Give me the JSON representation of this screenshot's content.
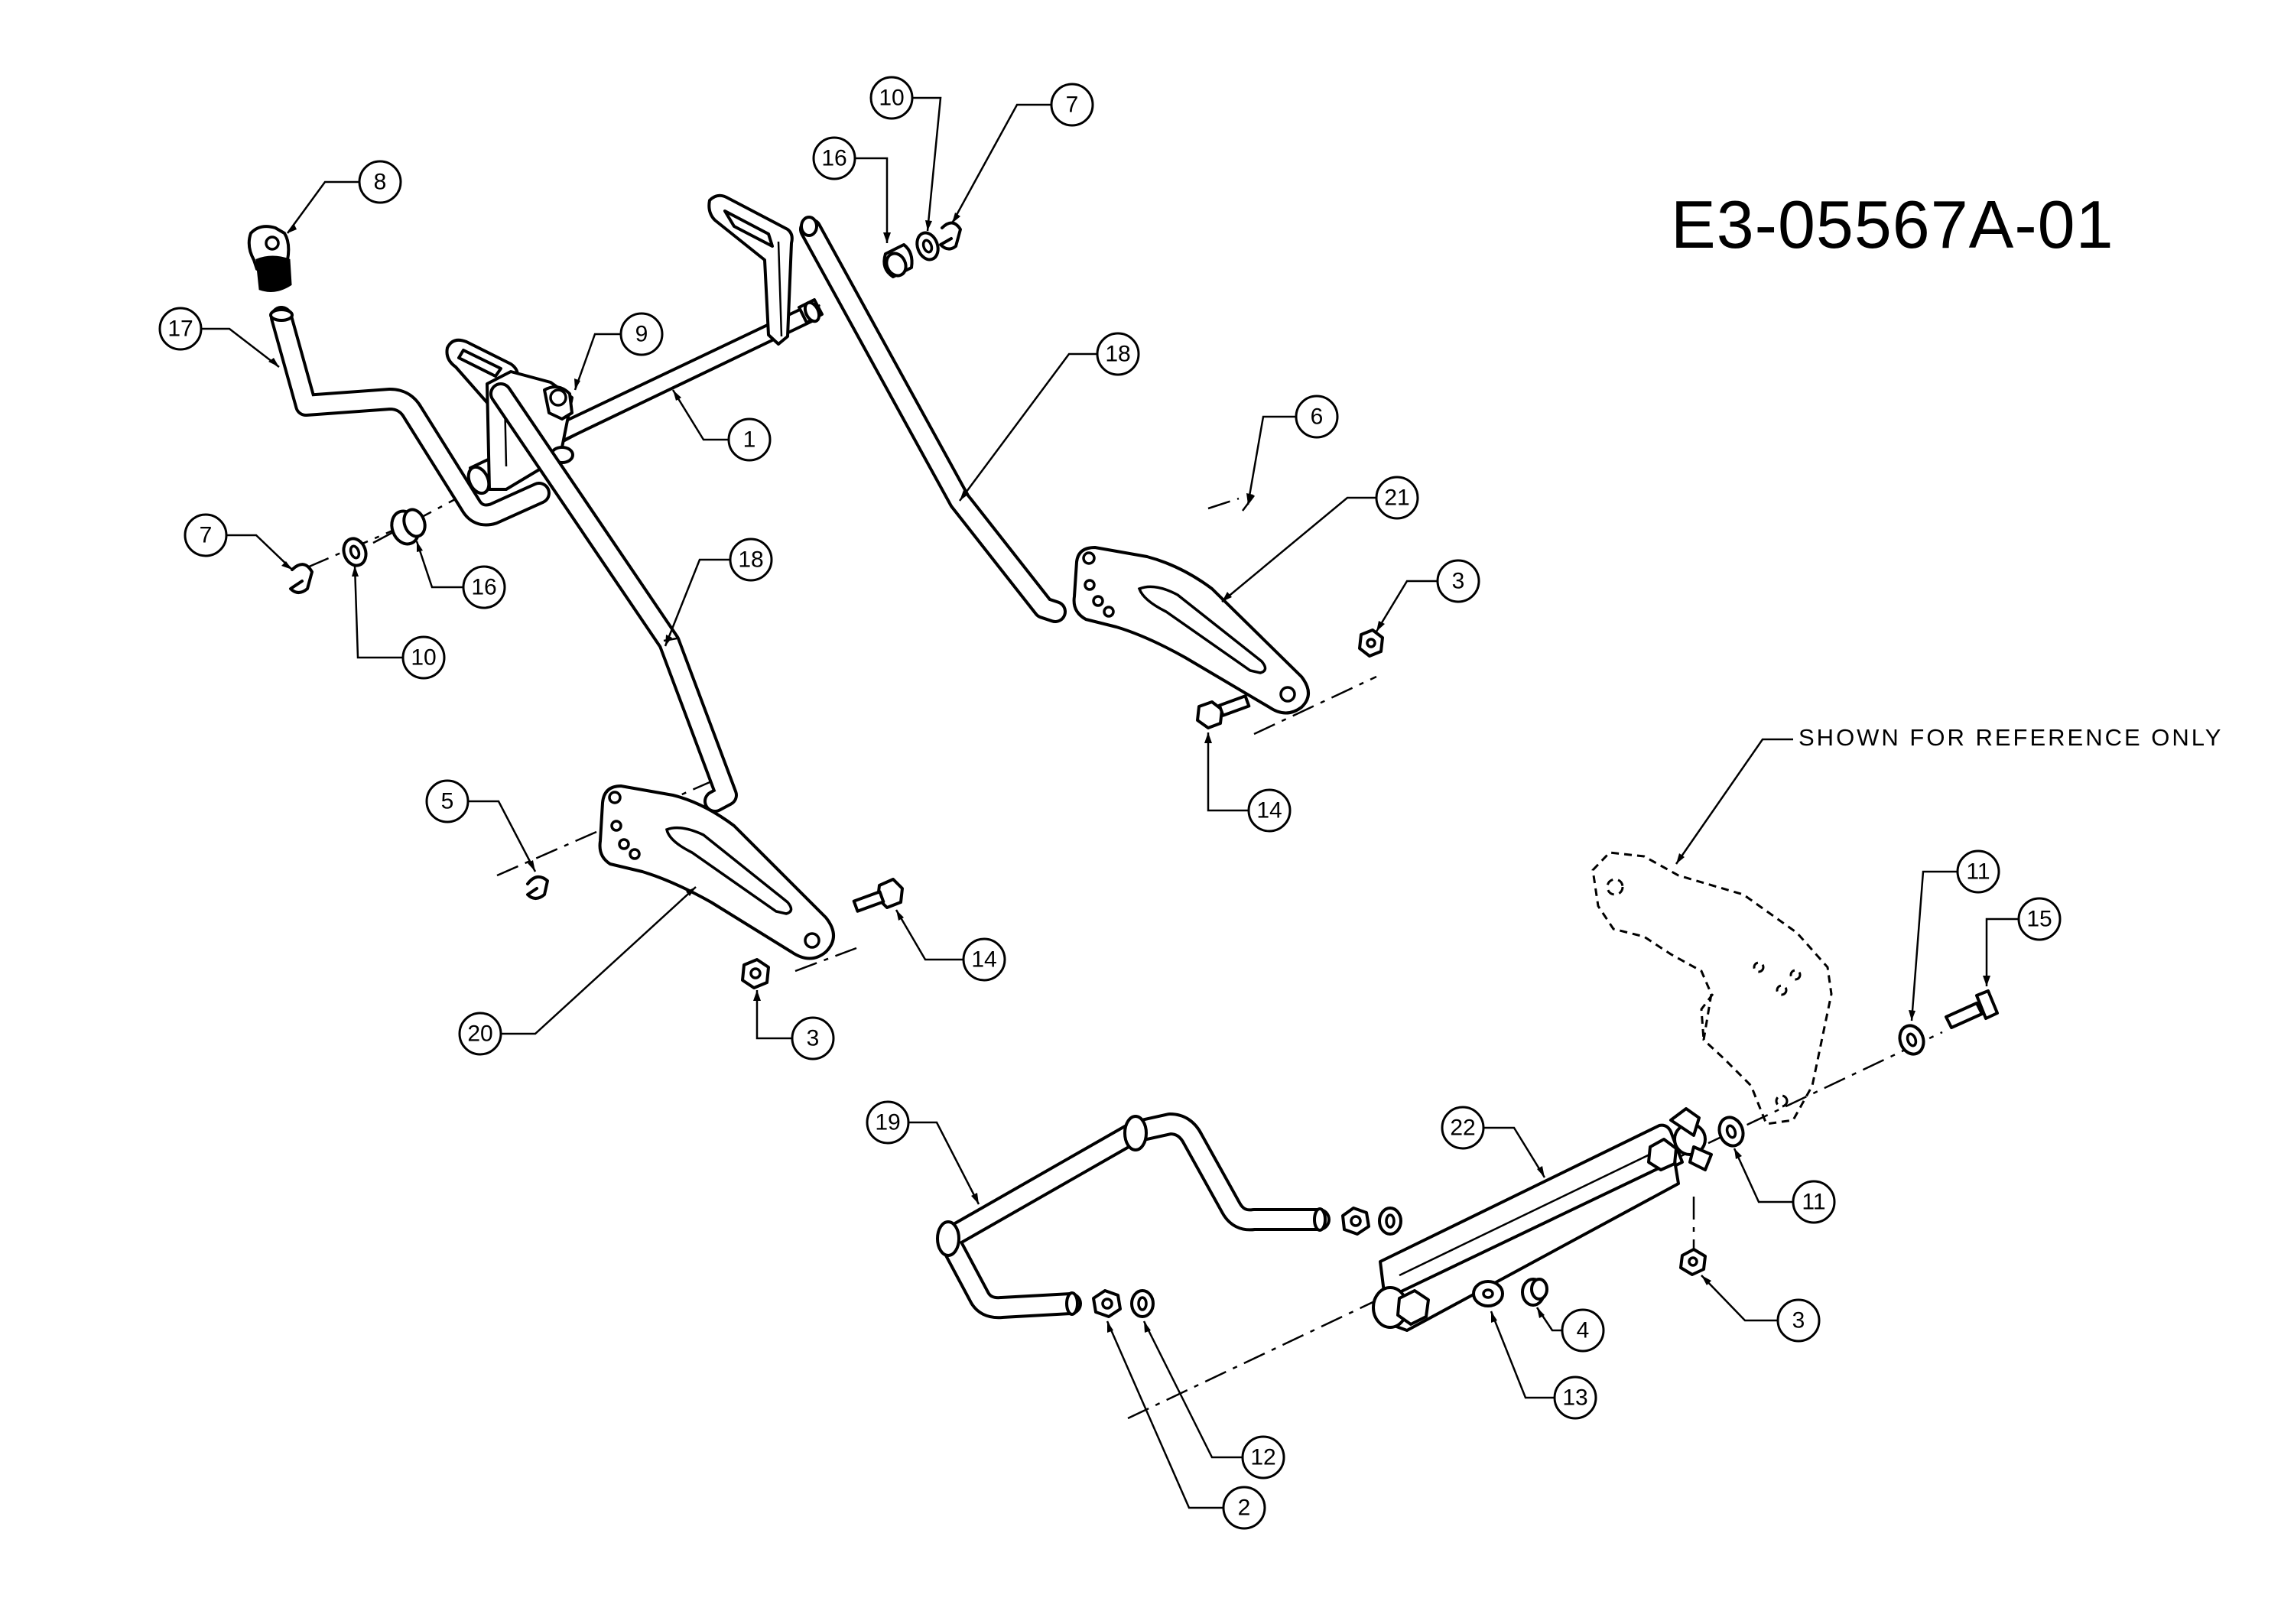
{
  "drawing_number": "E3-05567A-01",
  "reference_note": "SHOWN FOR REFERENCE ONLY",
  "callouts": [
    "8",
    "17",
    "9",
    "1",
    "7",
    "10",
    "16",
    "16",
    "10",
    "7",
    "18",
    "6",
    "21",
    "3",
    "14",
    "18",
    "5",
    "20",
    "14",
    "3",
    "11",
    "15",
    "19",
    "22",
    "11",
    "3",
    "4",
    "13",
    "12",
    "2"
  ]
}
